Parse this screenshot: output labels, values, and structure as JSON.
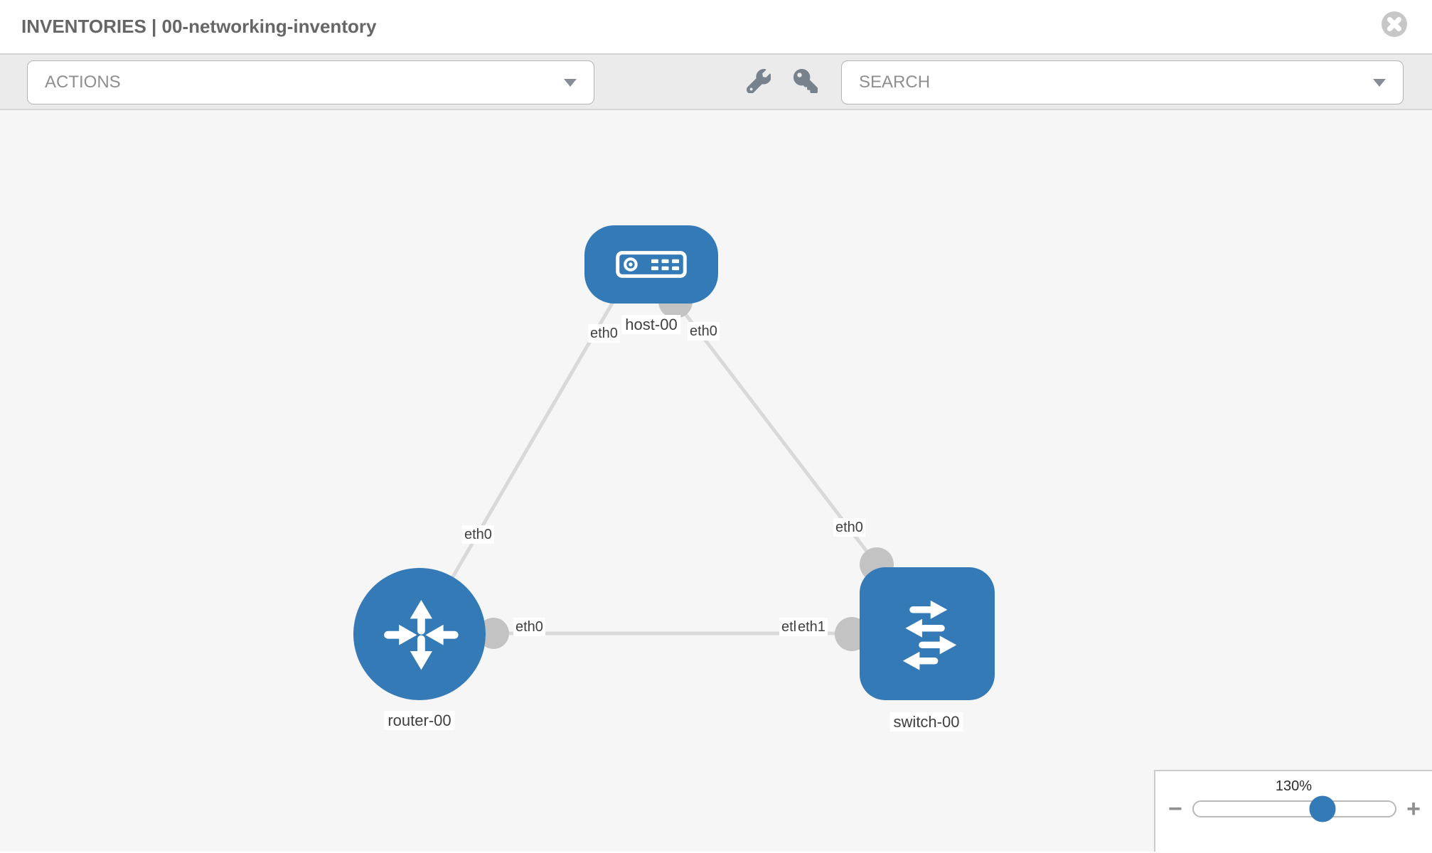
{
  "header": {
    "title": "INVENTORIES | 00-networking-inventory"
  },
  "toolbar": {
    "actions_label": "ACTIONS",
    "search_label": "SEARCH",
    "icons": [
      "wrench-icon",
      "key-icon",
      "chevron-down-icon"
    ]
  },
  "colors": {
    "node_blue": "#337ab7",
    "connector_gray": "#c3c3c3",
    "link_gray": "#d9d9d9",
    "canvas_bg": "#f6f6f6",
    "toolbar_bg": "#ebebeb"
  },
  "diagram": {
    "nodes": [
      {
        "id": "host-00",
        "type": "host",
        "label": "host-00",
        "icon": "server-icon"
      },
      {
        "id": "router-00",
        "type": "router",
        "label": "router-00",
        "icon": "router-arrows-icon"
      },
      {
        "id": "switch-00",
        "type": "switch",
        "label": "switch-00",
        "icon": "switch-arrows-icon"
      }
    ],
    "links": [
      {
        "from": "host-00",
        "to": "router-00"
      },
      {
        "from": "host-00",
        "to": "switch-00"
      },
      {
        "from": "router-00",
        "to": "switch-00"
      }
    ],
    "iface_labels": {
      "host_router": {
        "host_end": "eth0",
        "router_end": "eth0"
      },
      "host_switch": {
        "host_end": "eth0",
        "switch_end": "eth0"
      },
      "router_switch": {
        "router_end": "eth0",
        "switch_end_back": "eth0",
        "switch_end_front": "eth1"
      }
    }
  },
  "zoom_control": {
    "value": "130%",
    "minus_label": "−",
    "plus_label": "+"
  }
}
